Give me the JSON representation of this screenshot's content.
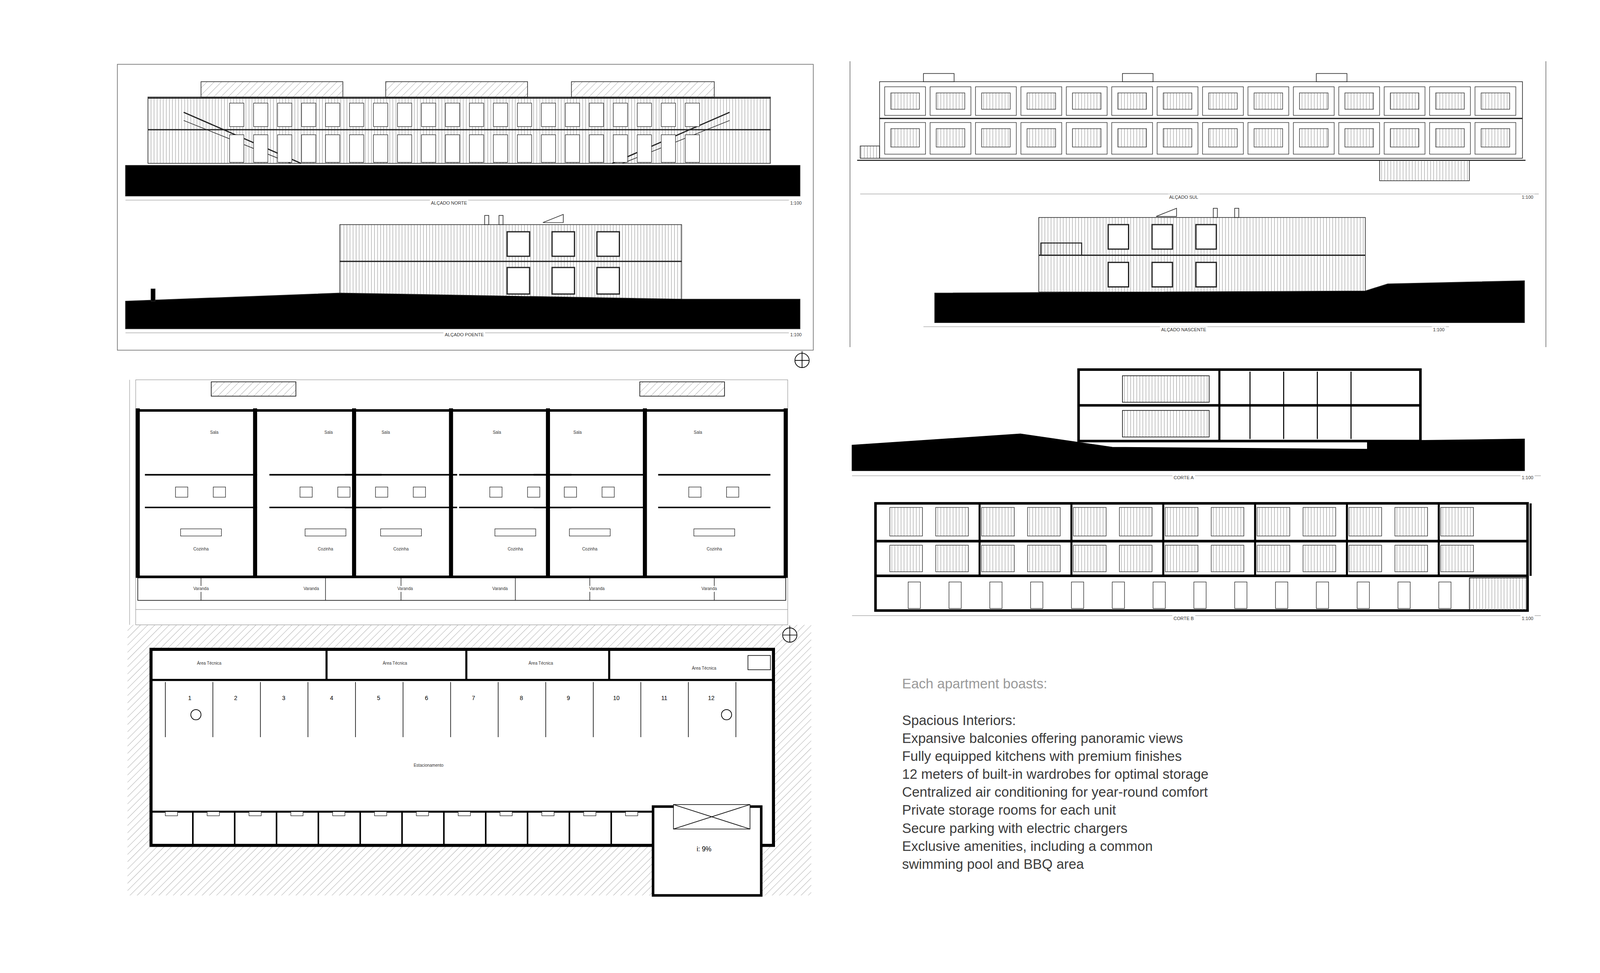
{
  "diagram": {
    "labels": [
      "ALÇADO NORTE",
      "1:100",
      "ALÇADO POENTE",
      "1:100",
      "ALÇADO SUL",
      "1:100",
      "ALÇADO NASCENTE",
      "1:100",
      "CORTE A",
      "1:100",
      "CORTE B",
      "1:100",
      "Cozinha",
      "Cozinha",
      "Cozinha",
      "Cozinha",
      "Cozinha",
      "Cozinha",
      "Varanda",
      "Varanda",
      "Varanda",
      "Varanda",
      "Varanda",
      "Varanda",
      "Sala",
      "Sala",
      "Sala",
      "Sala",
      "Sala",
      "Sala",
      "Estacionamento",
      "Área Técnica",
      "Área Técnica",
      "Área Técnica",
      "Área Técnica",
      "1",
      "2",
      "3",
      "4",
      "5",
      "6",
      "7",
      "8",
      "9",
      "10",
      "11",
      "12",
      "i: 9%",
      "Each apartment boasts:",
      "Spacious Interiors:",
      "Expansive balconies offering panoramic views",
      "Fully equipped kitchens with premium finishes",
      "12 meters of built-in wardrobes for optimal storage",
      "Centralized air conditioning for year-round comfort",
      "Private storage rooms for each unit",
      "Secure parking with electric chargers",
      "Exclusive amenities, including a common swimming pool and BBQ area"
    ]
  }
}
